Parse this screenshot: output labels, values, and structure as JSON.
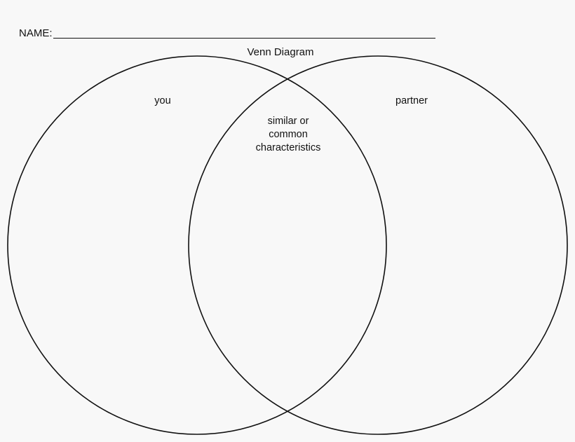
{
  "worksheet": {
    "name_label": "NAME:"
  },
  "diagram": {
    "title": "Venn Diagram",
    "left_label": "you",
    "right_label": "partner",
    "overlap_lines": [
      "similar or",
      "common",
      "characteristics"
    ]
  }
}
